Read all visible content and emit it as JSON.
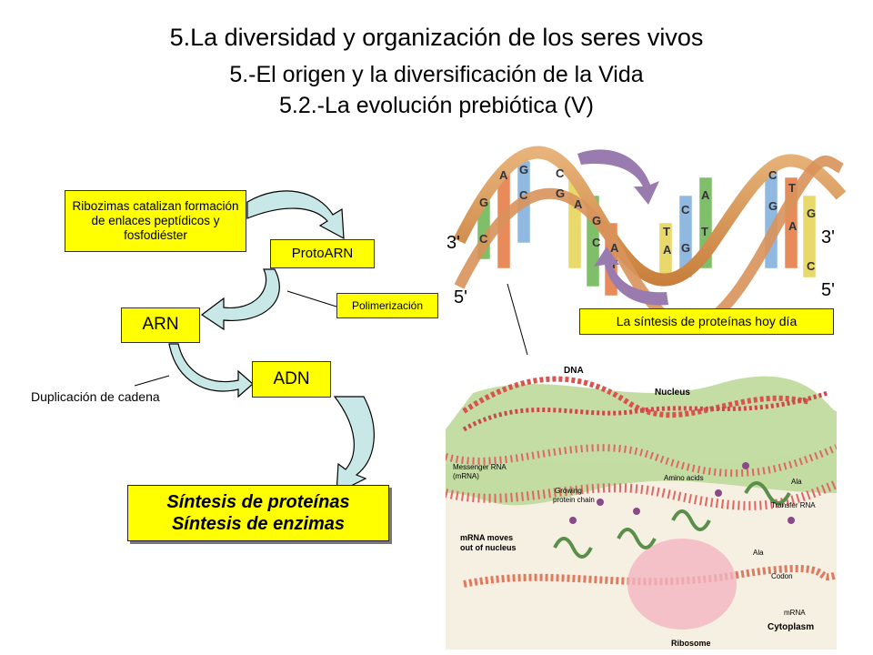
{
  "titles": {
    "main": "5.La diversidad y organización de los seres vivos",
    "section": "5.-El origen y la diversificación de la Vida",
    "subsection": "5.2.-La evolución prebiótica (V)"
  },
  "flow": {
    "ribozimas": "Ribozimas catalizan formación de enlaces peptídicos y fosfodiéster",
    "protoarn": "ProtoARN",
    "polimerizacion": "Polimerización",
    "arn": "ARN",
    "adn": "ADN",
    "duplicacion": "Duplicación de cadena",
    "final_line1": "Síntesis de proteínas",
    "final_line2": "Síntesis de enzimas"
  },
  "dna_image": {
    "caption": "La síntesis de proteínas hoy día",
    "label_3_left": "3'",
    "label_5_left": "5'",
    "label_3_right": "3'",
    "label_5_right": "5'"
  },
  "cell_image": {
    "dna": "DNA",
    "nucleus": "Nucleus",
    "mrna_line1": "Messenger RNA",
    "mrna_line2": "(mRNA)",
    "amino_acids": "Amino acids",
    "growing_line1": "Growing",
    "growing_line2": "protein chain",
    "transfer_rna": "Transfer RNA",
    "codon": "Codon",
    "mrna_moves_line1": "mRNA moves",
    "mrna_moves_line2": "out of nucleus",
    "mrna": "mRNA",
    "ribosome": "Ribosome",
    "cytoplasm": "Cytoplasm",
    "ala": "Ala"
  },
  "colors": {
    "box_fill": "#ffff00",
    "arrow_fill": "#c8e8e8",
    "arrow_stroke": "#000000",
    "arrow_purple": "#9a7bb0"
  }
}
